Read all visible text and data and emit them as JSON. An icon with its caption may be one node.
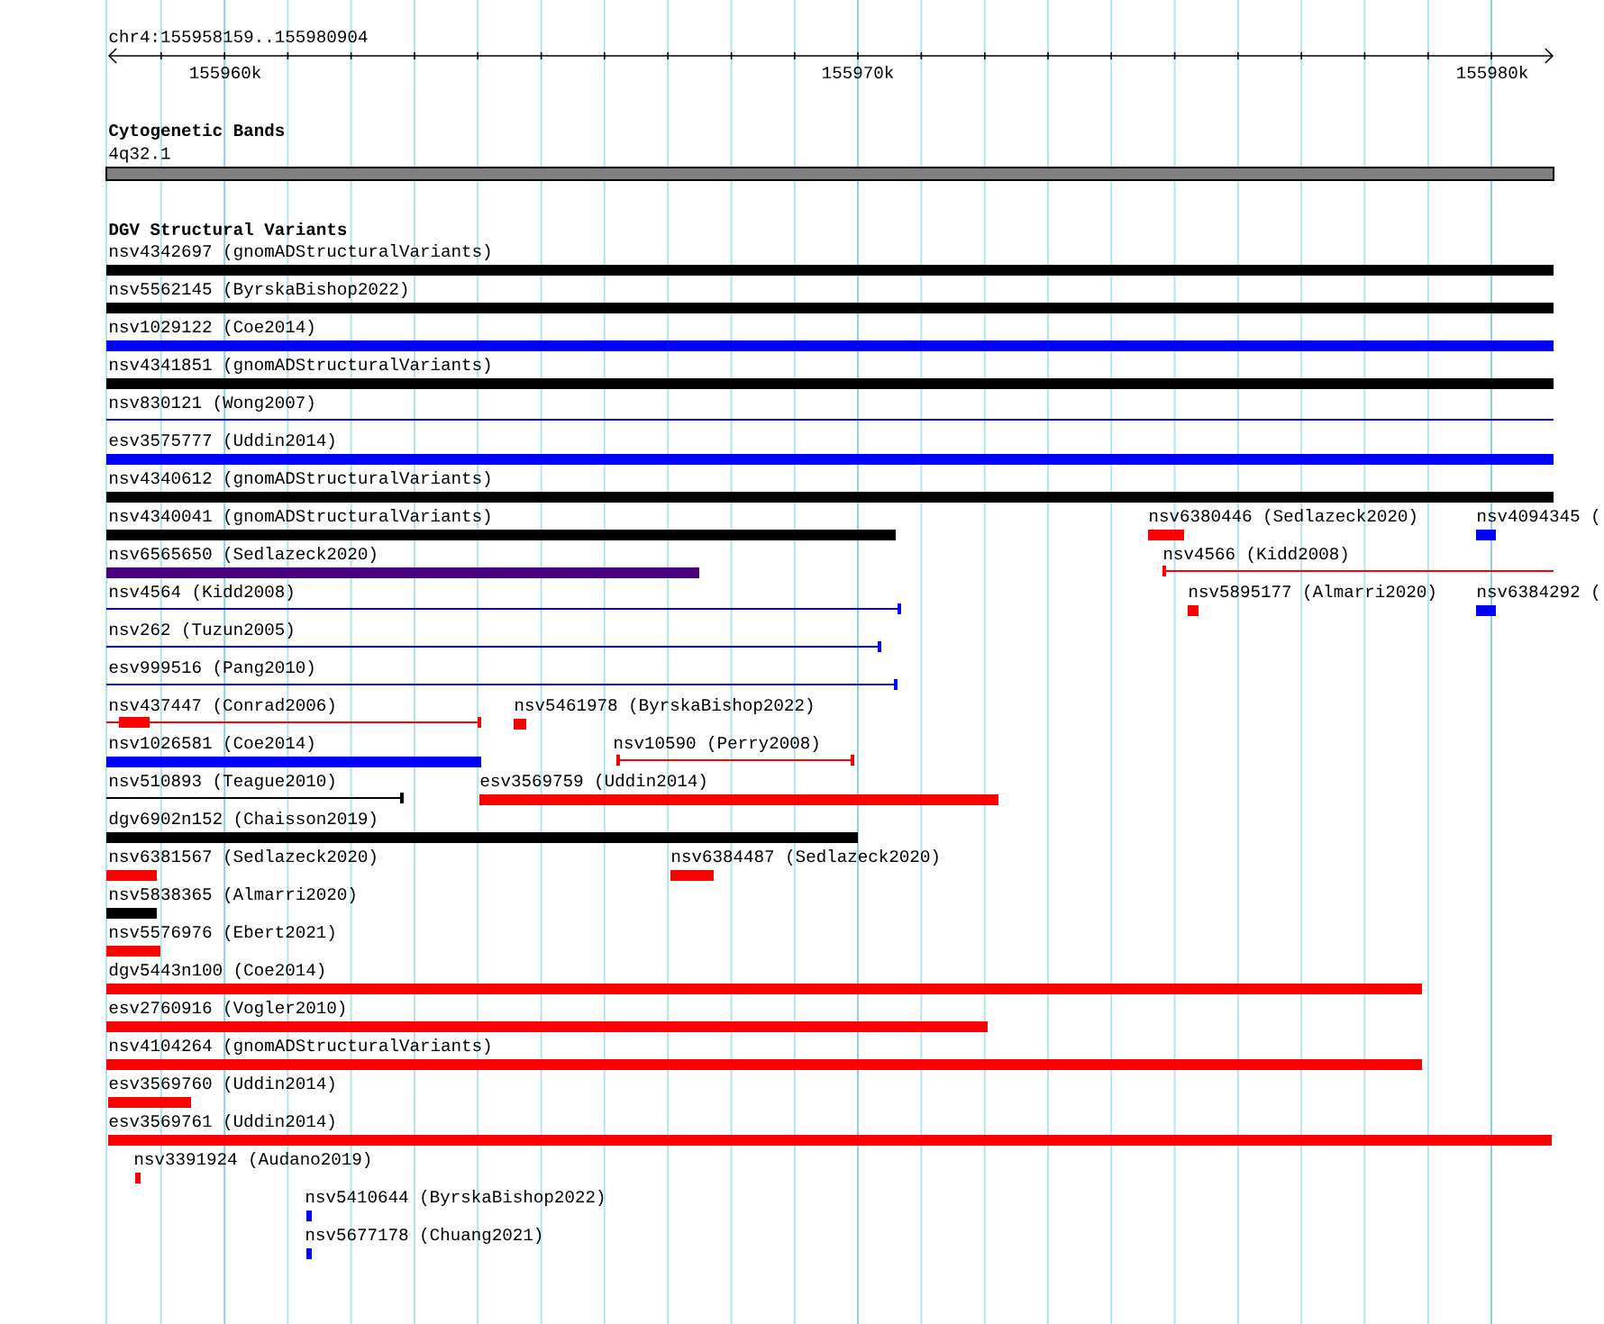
{
  "diagram": {
    "nodes": [
      {
        "text": [
          "4q32.1"
        ]
      },
      {
        "text": [
          "nsv4342697 (gnomADStructuralVariants)"
        ]
      },
      {
        "text": [
          "nsv5562145 (ByrskaBishop2022)"
        ]
      },
      {
        "text": [
          "nsv1029122 (Coe2014)"
        ]
      },
      {
        "text": [
          "nsv4341851 (gnomADStructuralVariants)"
        ]
      },
      {
        "text": [
          "nsv830121 (Wong2007)"
        ]
      },
      {
        "text": [
          "esv3575777 (Uddin2014)"
        ]
      },
      {
        "text": [
          "nsv4340612 (gnomADStructuralVariants)"
        ]
      },
      {
        "text": [
          "nsv4340041 (gnomADStructuralVariants)"
        ]
      },
      {
        "text": [
          "nsv6380446 (Sedlazeck2020)"
        ]
      },
      {
        "text": [
          "nsv4094345 ("
        ]
      },
      {
        "text": [
          "nsv6565650 (Sedlazeck2020)"
        ]
      },
      {
        "text": [
          "nsv4566 (Kidd2008)"
        ]
      },
      {
        "text": [
          "nsv4564 (Kidd2008)"
        ]
      },
      {
        "text": [
          "nsv5895177 (Almarri2020)"
        ]
      },
      {
        "text": [
          "nsv6384292 ("
        ]
      },
      {
        "text": [
          "nsv262 (Tuzun2005)"
        ]
      },
      {
        "text": [
          "esv999516 (Pang2010)"
        ]
      },
      {
        "text": [
          "nsv437447 (Conrad2006)"
        ]
      },
      {
        "text": [
          "nsv5461978 (ByrskaBishop2022)"
        ]
      },
      {
        "text": [
          "nsv1026581 (Coe2014)"
        ]
      },
      {
        "text": [
          "nsv10590 (Perry2008)"
        ]
      },
      {
        "text": [
          "nsv510893 (Teague2010)"
        ]
      },
      {
        "text": [
          "esv3569759 (Uddin2014)"
        ]
      },
      {
        "text": [
          "dgv6902n152 (Chaisson2019)"
        ]
      },
      {
        "text": [
          "nsv6381567 (Sedlazeck2020)"
        ]
      },
      {
        "text": [
          "nsv6384487 (Sedlazeck2020)"
        ]
      },
      {
        "text": [
          "nsv5838365 (Almarri2020)"
        ]
      },
      {
        "text": [
          "nsv5576976 (Ebert2021)"
        ]
      },
      {
        "text": [
          "dgv5443n100 (Coe2014)"
        ]
      },
      {
        "text": [
          "esv2760916 (Vogler2010)"
        ]
      },
      {
        "text": [
          "nsv4104264 (gnomADStructuralVariants)"
        ]
      },
      {
        "text": [
          "esv3569760 (Uddin2014)"
        ]
      },
      {
        "text": [
          "esv3569761 (Uddin2014)"
        ]
      },
      {
        "text": [
          "nsv3391924 (Audano2019)"
        ]
      },
      {
        "text": [
          "nsv5410644 (ByrskaBishop2022)"
        ]
      },
      {
        "text": [
          "nsv5677178 (Chuang2021)"
        ]
      }
    ],
    "labels": [
      "chr4:155958159..155980904",
      "155960k",
      "155970k",
      "155980k",
      "Cytogenetic Bands",
      "DGV Structural Variants"
    ]
  }
}
